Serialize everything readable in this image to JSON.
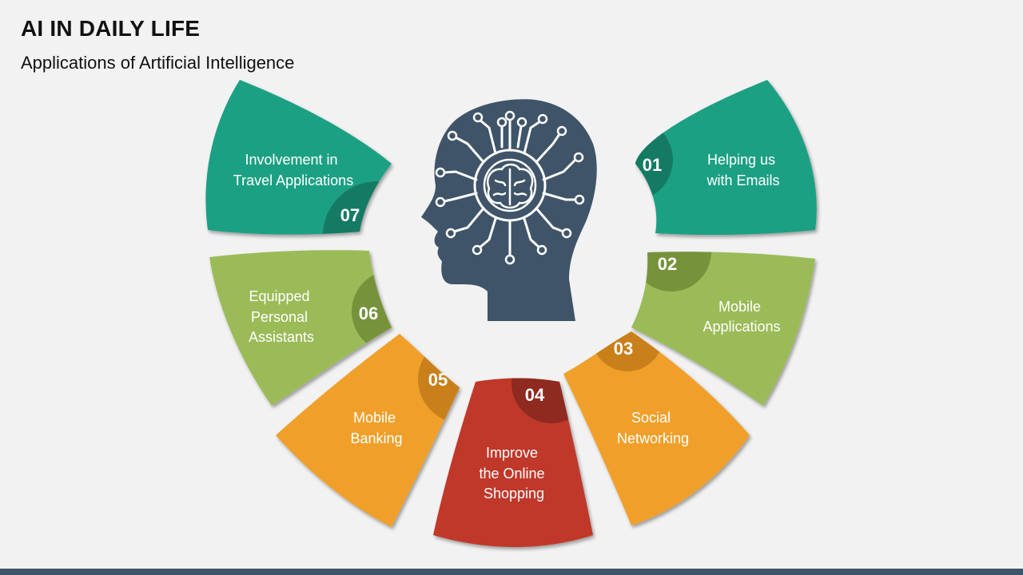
{
  "header": {
    "title": "AI IN DAILY LIFE",
    "subtitle": "Applications of Artificial Intelligence"
  },
  "colors": {
    "teal": "#1fa084",
    "teal_dark": "#157a64",
    "green": "#9bbb59",
    "green_dark": "#76933c",
    "orange": "#f0a02b",
    "orange_dark": "#c9801a",
    "red": "#c0392b",
    "red_dark": "#8e2a20",
    "head": "#3f5468",
    "background": "#f2f2f2"
  },
  "segments": [
    {
      "number": "01",
      "label": [
        "Helping us",
        "with Emails"
      ]
    },
    {
      "number": "02",
      "label": [
        "Mobile",
        "Applications"
      ]
    },
    {
      "number": "03",
      "label": [
        "Social",
        "Networking"
      ]
    },
    {
      "number": "04",
      "label": [
        "Improve",
        "the Online",
        "Shopping"
      ]
    },
    {
      "number": "05",
      "label": [
        "Mobile",
        "Banking"
      ]
    },
    {
      "number": "06",
      "label": [
        "Equipped",
        "Personal",
        "Assistants"
      ]
    },
    {
      "number": "07",
      "label": [
        "Involvement  in",
        "Travel Applications"
      ]
    }
  ],
  "center_icon": "ai-brain-head-icon"
}
